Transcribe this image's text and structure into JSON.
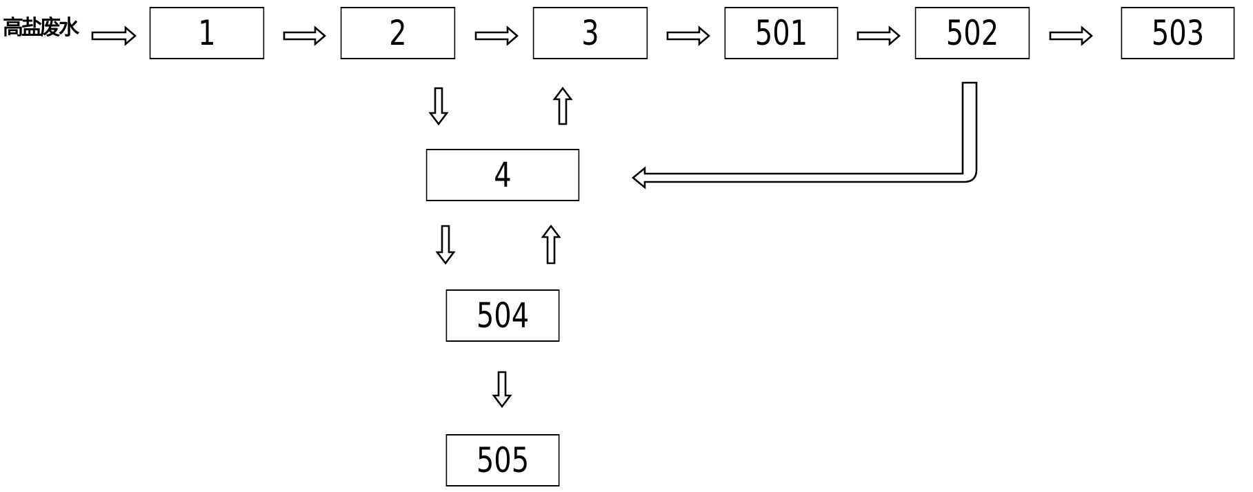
{
  "input_label": "高盐废水",
  "nodes": [
    {
      "id": "n1",
      "label": "1"
    },
    {
      "id": "n2",
      "label": "2"
    },
    {
      "id": "n3",
      "label": "3"
    },
    {
      "id": "n501",
      "label": "501"
    },
    {
      "id": "n502",
      "label": "502"
    },
    {
      "id": "n503",
      "label": "503"
    },
    {
      "id": "n4",
      "label": "4"
    },
    {
      "id": "n504",
      "label": "504"
    },
    {
      "id": "n505",
      "label": "505"
    }
  ],
  "edges": [
    {
      "from": "input",
      "to": "1"
    },
    {
      "from": "1",
      "to": "2"
    },
    {
      "from": "2",
      "to": "3"
    },
    {
      "from": "3",
      "to": "501"
    },
    {
      "from": "501",
      "to": "502"
    },
    {
      "from": "502",
      "to": "503"
    },
    {
      "from": "2",
      "to": "4"
    },
    {
      "from": "4",
      "to": "3"
    },
    {
      "from": "502",
      "to": "4"
    },
    {
      "from": "4",
      "to": "504"
    },
    {
      "from": "504",
      "to": "4"
    },
    {
      "from": "504",
      "to": "505"
    }
  ],
  "colors": {
    "stroke": "#000000",
    "fill": "#ffffff"
  }
}
